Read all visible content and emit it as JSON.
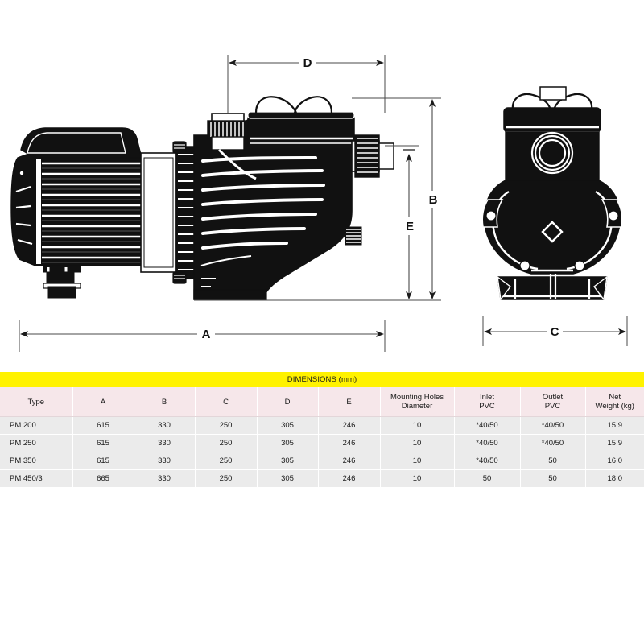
{
  "drawing": {
    "views": [
      {
        "name": "side-view",
        "label": ""
      },
      {
        "name": "front-view",
        "label": ""
      }
    ],
    "dimension_labels": {
      "A": "A",
      "B": "B",
      "C": "C",
      "D": "D",
      "E": "E"
    }
  },
  "table": {
    "title": "DIMENSIONS (mm)",
    "headers": [
      "Type",
      "A",
      "B",
      "C",
      "D",
      "E",
      "Mounting Holes\nDiameter",
      "Inlet\nPVC",
      "Outlet\nPVC",
      "Net\nWeight (kg)"
    ],
    "headers_multiline": [
      [
        "Type"
      ],
      [
        "A"
      ],
      [
        "B"
      ],
      [
        "C"
      ],
      [
        "D"
      ],
      [
        "E"
      ],
      [
        "Mounting Holes",
        "Diameter"
      ],
      [
        "Inlet",
        "PVC"
      ],
      [
        "Outlet",
        "PVC"
      ],
      [
        "Net",
        "Weight (kg)"
      ]
    ],
    "rows": [
      {
        "type": "PM 200",
        "a": "615",
        "b": "330",
        "c": "250",
        "d": "305",
        "e": "246",
        "mounting_holes_diameter": "10",
        "inlet_pvc": "*40/50",
        "outlet_pvc": "*40/50",
        "net_weight_kg": "15.9"
      },
      {
        "type": "PM 250",
        "a": "615",
        "b": "330",
        "c": "250",
        "d": "305",
        "e": "246",
        "mounting_holes_diameter": "10",
        "inlet_pvc": "*40/50",
        "outlet_pvc": "*40/50",
        "net_weight_kg": "15.9"
      },
      {
        "type": "PM 350",
        "a": "615",
        "b": "330",
        "c": "250",
        "d": "305",
        "e": "246",
        "mounting_holes_diameter": "10",
        "inlet_pvc": "*40/50",
        "outlet_pvc": "50",
        "net_weight_kg": "16.0"
      },
      {
        "type": "PM 450/3",
        "a": "665",
        "b": "330",
        "c": "250",
        "d": "305",
        "e": "246",
        "mounting_holes_diameter": "10",
        "inlet_pvc": "50",
        "outlet_pvc": "50",
        "net_weight_kg": "18.0"
      }
    ]
  },
  "colors": {
    "banner": "#fff200",
    "header_row": "#f6e7ea",
    "data_row": "#ebebeb",
    "ink": "#1a1a1a",
    "white": "#ffffff"
  }
}
